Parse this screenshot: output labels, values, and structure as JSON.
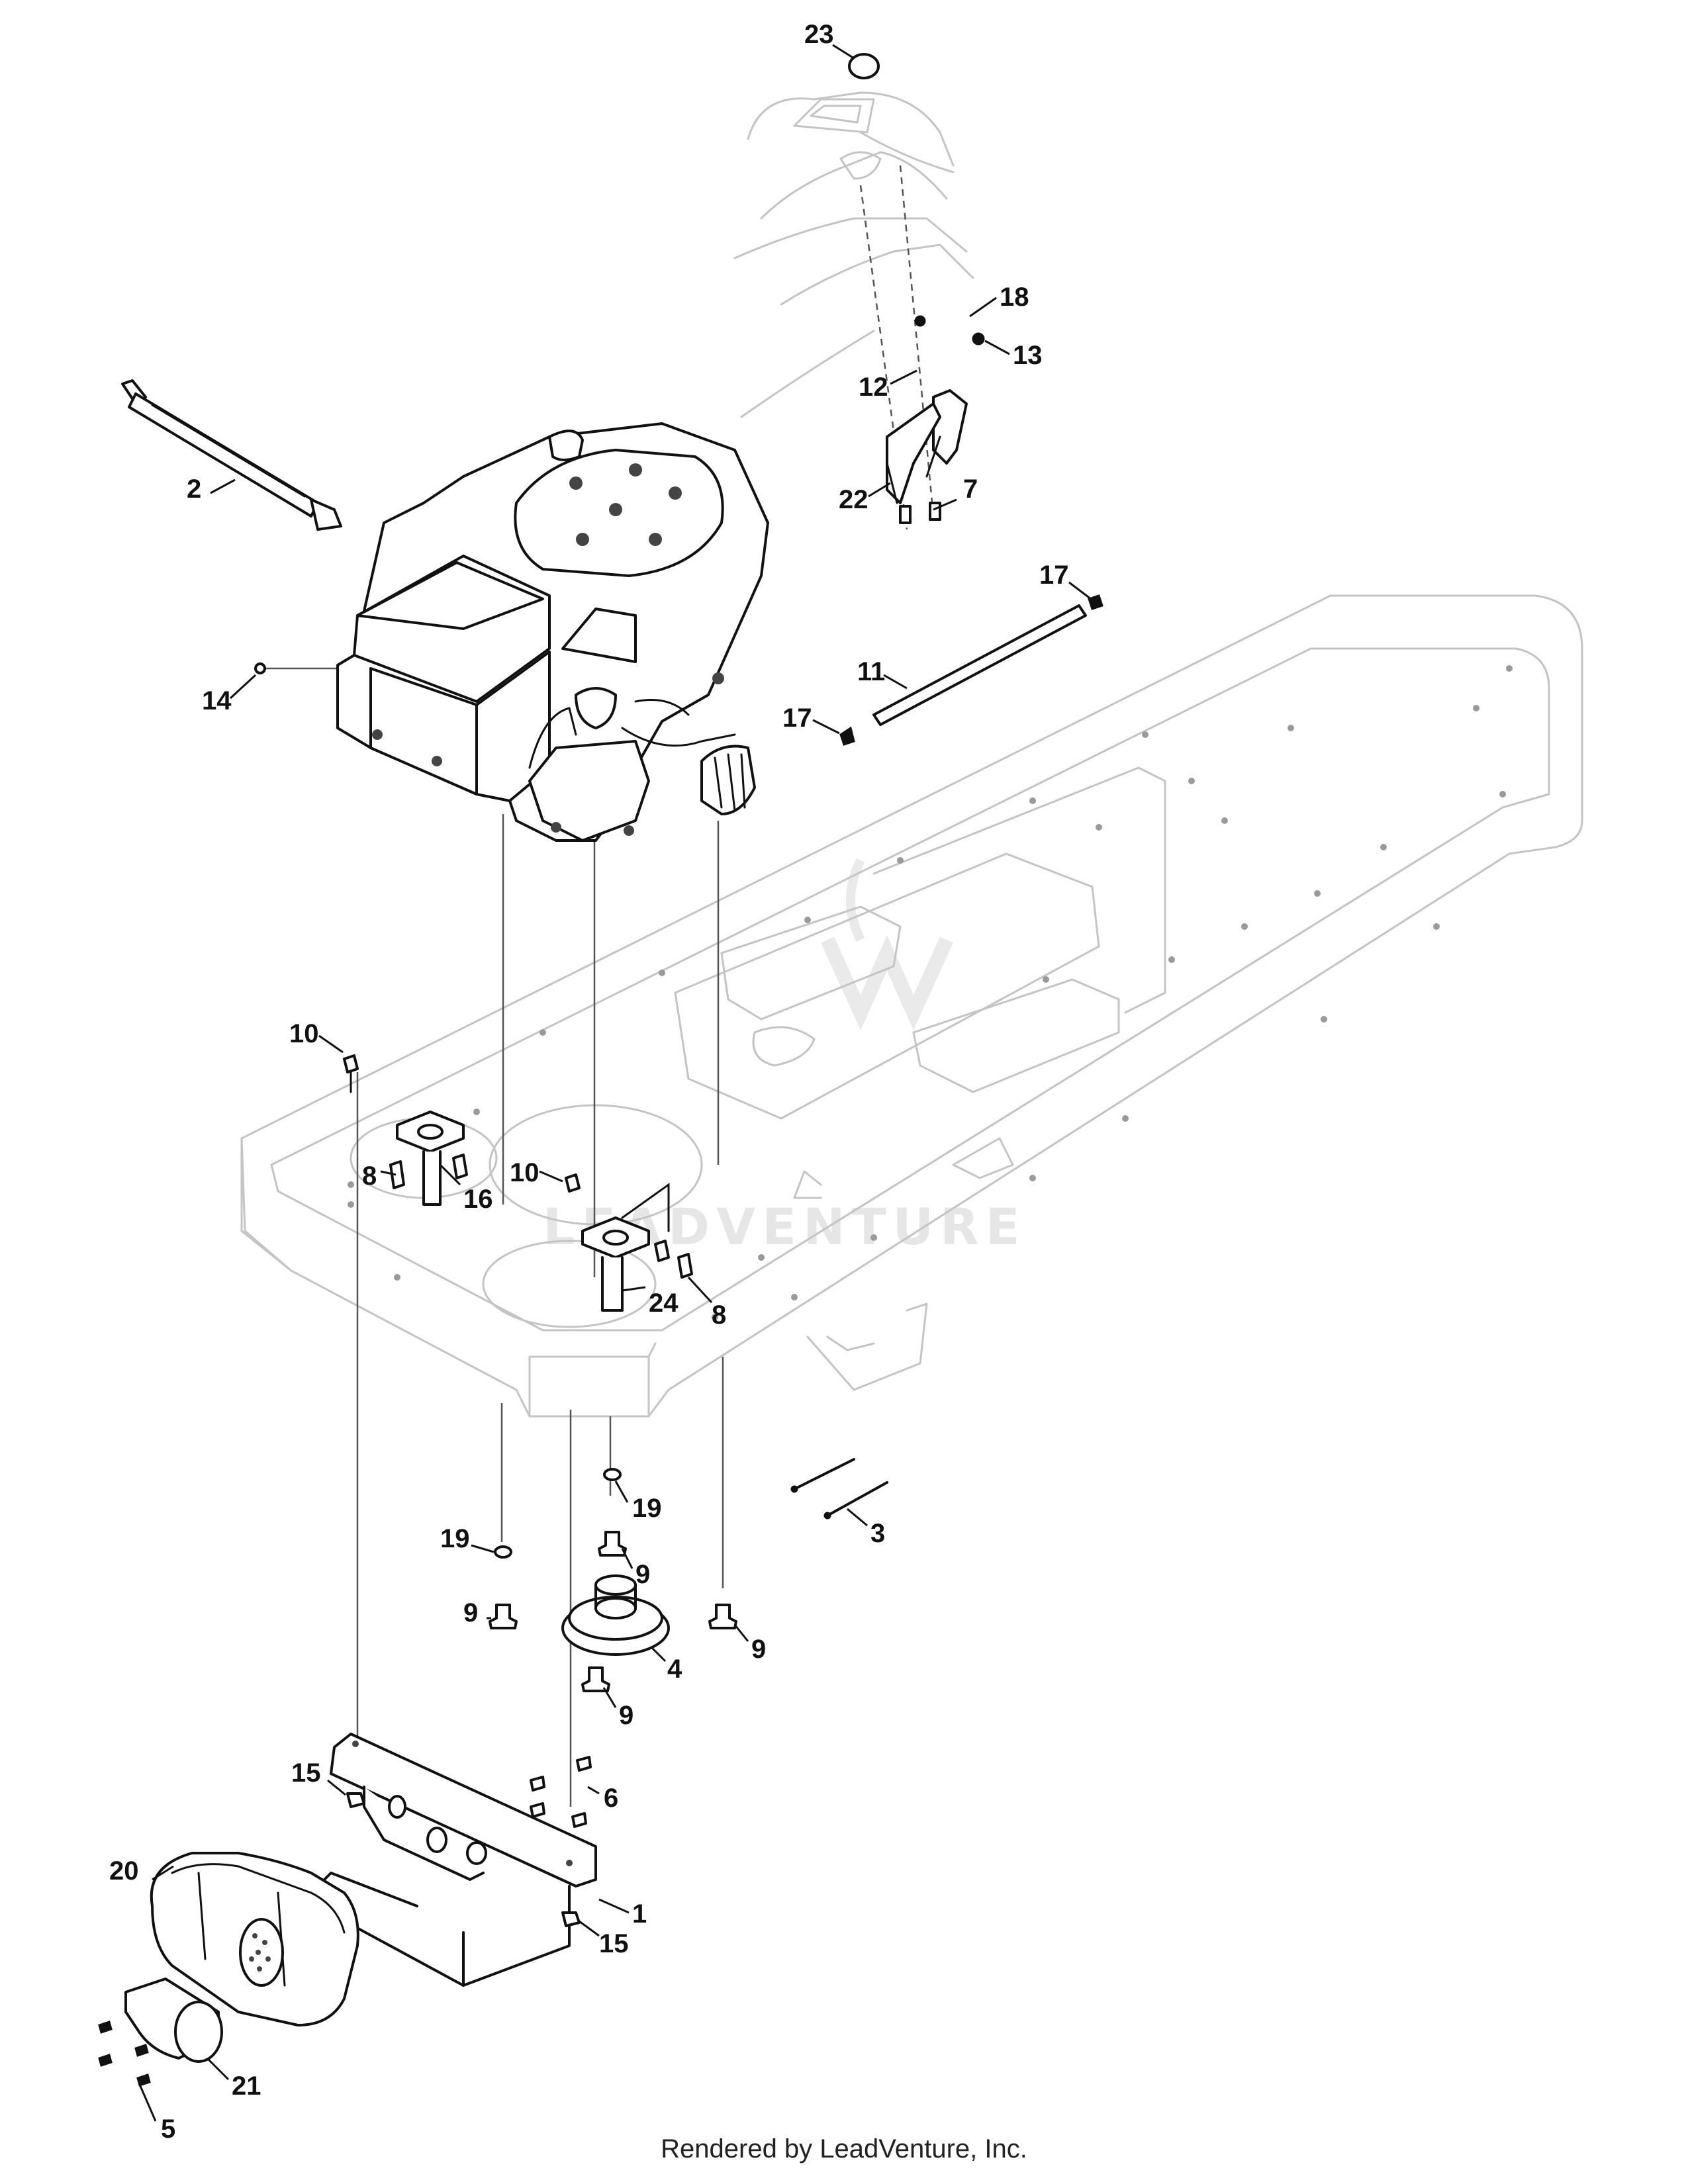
{
  "watermark": "LEADVENTURE",
  "footer": "Rendered by LeadVenture, Inc.",
  "callouts": {
    "c23": "23",
    "c18": "18",
    "c13": "13",
    "c12": "12",
    "c22": "22",
    "c7": "7",
    "c2": "2",
    "c17a": "17",
    "c11": "11",
    "c17b": "17",
    "c14": "14",
    "c10a": "10",
    "c8a": "8",
    "c16": "16",
    "c10b": "10",
    "c24": "24",
    "c8b": "8",
    "c19a": "19",
    "c3": "3",
    "c19b": "19",
    "c9a": "9",
    "c9b": "9",
    "c9c": "9",
    "c4": "4",
    "c9d": "9",
    "c15a": "15",
    "c6": "6",
    "c20": "20",
    "c1": "1",
    "c15b": "15",
    "c21": "21",
    "c5": "5"
  }
}
